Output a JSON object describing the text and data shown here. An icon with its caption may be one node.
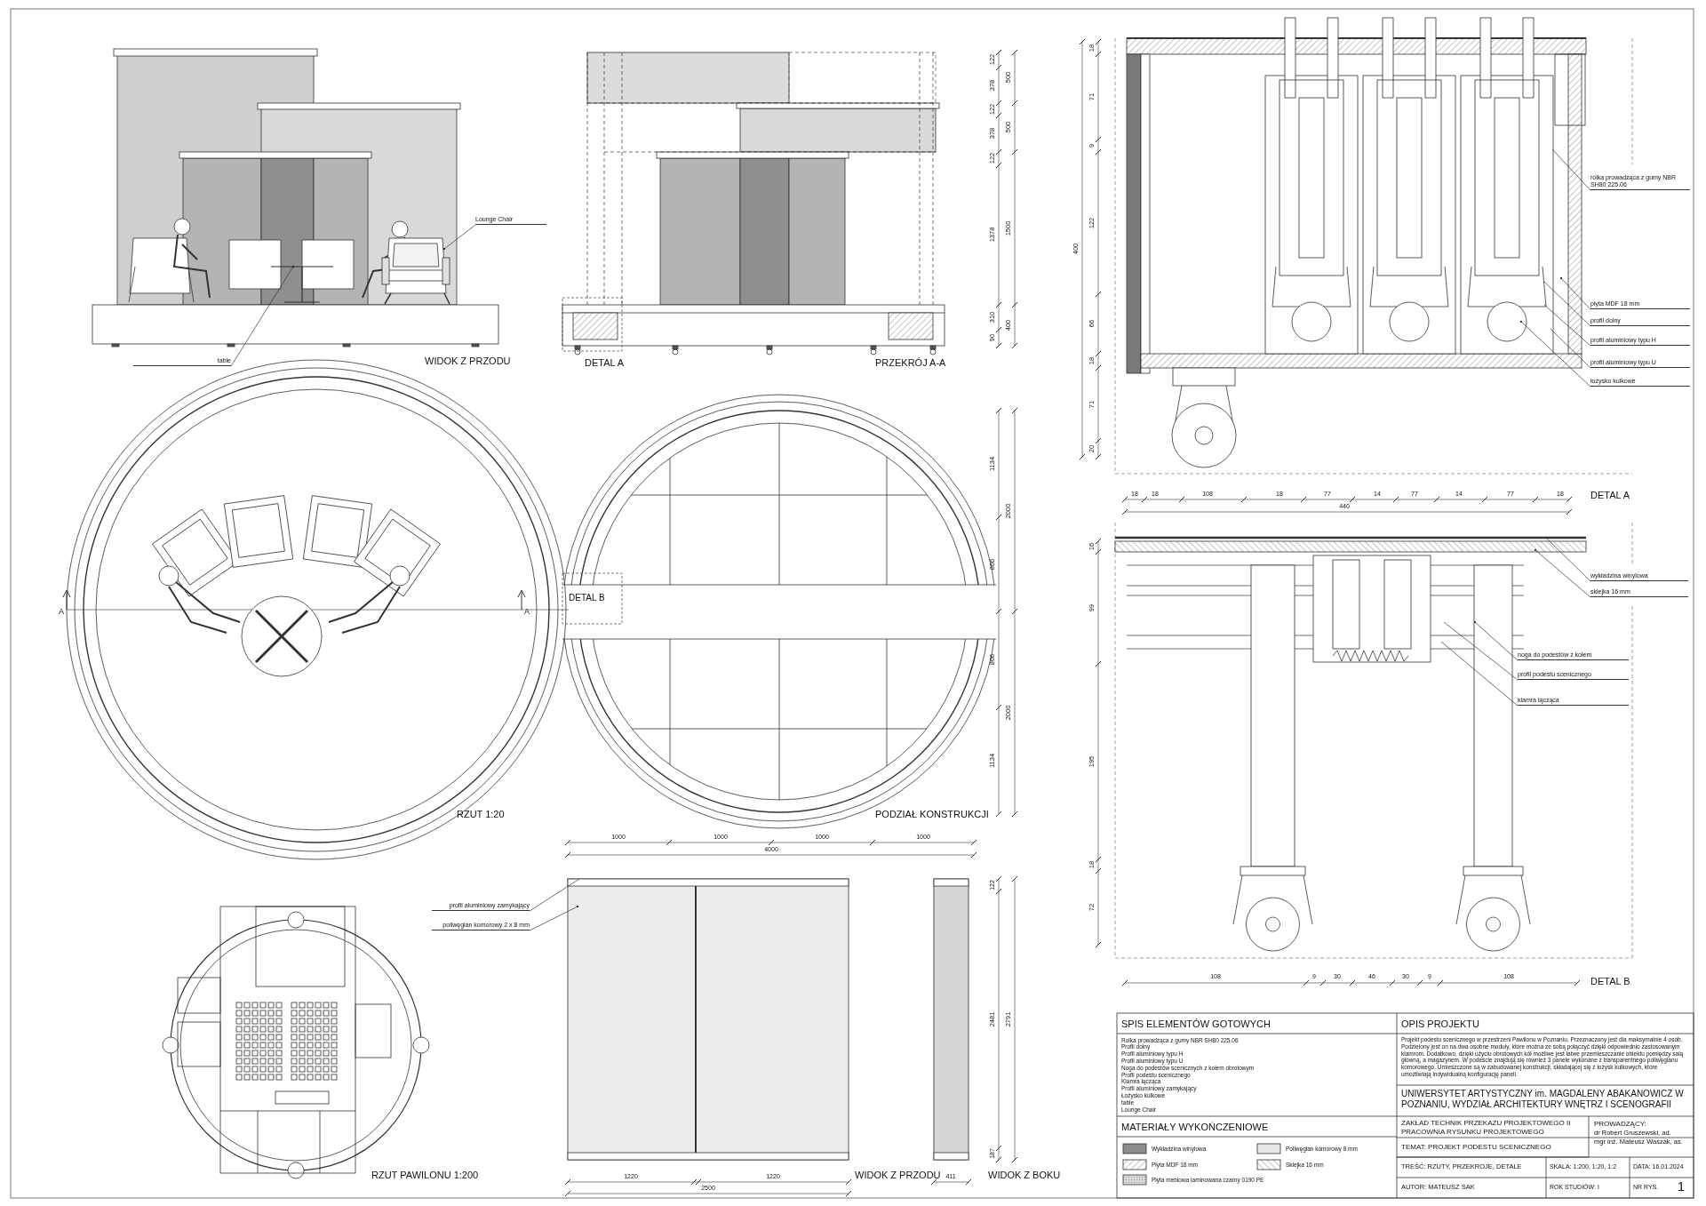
{
  "diagram": {
    "nodes": [
      {
        "text": [
          "Lounge Chair"
        ]
      },
      {
        "text": [
          "table"
        ]
      },
      {
        "text": [
          "profil aluminiowy zamykający"
        ]
      },
      {
        "text": [
          "poliwęglan komorowy 2 x 8 mm"
        ]
      },
      {
        "text": [
          "rolka prowadząca z gumy NBR SH80 225.06"
        ]
      },
      {
        "text": [
          "płyta MDF 18 mm"
        ]
      },
      {
        "text": [
          "profil dolny"
        ]
      },
      {
        "text": [
          "profil aluminiowy typu H"
        ]
      },
      {
        "text": [
          "profil aluminiowy typu U"
        ]
      },
      {
        "text": [
          "łożysko kulkowe"
        ]
      },
      {
        "text": [
          "wykładzina winylowa"
        ]
      },
      {
        "text": [
          "sklejka 16 mm"
        ]
      },
      {
        "text": [
          "noga do podestów z kołem"
        ]
      },
      {
        "text": [
          "profil podestu scenicznego"
        ]
      },
      {
        "text": [
          "klamra łącząca"
        ]
      },
      {
        "text": [],
        "shape": "picture"
      },
      {
        "text": [],
        "shape": "picture"
      },
      {
        "text": [],
        "shape": "picture"
      },
      {
        "text": [],
        "shape": "picture"
      },
      {
        "text": [],
        "shape": "picture"
      }
    ],
    "edges": [
      {
        "from": 0,
        "to": 17,
        "arrow": "other"
      },
      {
        "from": 1,
        "to": 16,
        "arrow": "other"
      },
      {
        "from": 2,
        "to": 15,
        "arrow": "none"
      },
      {
        "from": 3,
        "to": 15,
        "arrow": "other"
      },
      {
        "from": 4,
        "to": 18,
        "arrow": "none"
      },
      {
        "from": 5,
        "to": 18,
        "arrow": "other"
      },
      {
        "from": 6,
        "to": 18,
        "arrow": "none"
      },
      {
        "from": 7,
        "to": 18,
        "arrow": "none"
      },
      {
        "from": 8,
        "to": 18,
        "arrow": "none"
      },
      {
        "from": 9,
        "to": 18,
        "arrow": "other"
      },
      {
        "from": 10,
        "to": 19,
        "arrow": "none"
      },
      {
        "from": 11,
        "to": 19,
        "arrow": "other"
      },
      {
        "from": 12,
        "to": 19,
        "arrow": "other"
      },
      {
        "from": 13,
        "to": 19,
        "arrow": "none"
      },
      {
        "from": 14,
        "to": 19,
        "arrow": "none"
      }
    ],
    "labels": [
      "WIDOK Z PRZODU",
      "DETAL A",
      "PRZEKRÓJ A-A",
      "122",
      "500",
      "378",
      "122",
      "500",
      "378",
      "122",
      "1378",
      "1500",
      "310",
      "400",
      "90",
      "18",
      "71",
      "9",
      "122",
      "400",
      "66",
      "18",
      "71",
      "20",
      "18",
      "18",
      "108",
      "18",
      "77",
      "14",
      "77",
      "14",
      "77",
      "18",
      "440",
      "DETAL A",
      "A",
      "A",
      "RZUT 1:20",
      "DETAL B",
      "1134",
      "2000",
      "866",
      "866",
      "2000",
      "1134",
      "PODZIAŁ KONSTRUKCJI",
      "1000",
      "1000",
      "1000",
      "1000",
      "4000",
      "RZUT PAWILONU 1:200",
      "1220",
      "1220",
      "2500",
      "WIDOK Z PRZODU",
      "122",
      "2481",
      "2791",
      "187",
      "411",
      "WIDOK Z BOKU",
      "16",
      "99",
      "195",
      "18",
      "72",
      "108",
      "9",
      "30",
      "46",
      "30",
      "9",
      "108",
      "DETAL B",
      "SPIS ELEMENTÓW GOTOWYCH",
      "Rolka prowadząca z gumy NBR SH80 225.06",
      "Profil dolny",
      "Profil aluminiowy typu H",
      "Profil aluminiowy typu U",
      "Noga do podestów scenicznych z kołem obrotowym",
      "Profil podestu scenicznego",
      "Klamra łącząca",
      "Profil aluminiowy zamykający",
      "Łożysko kulkowe",
      "table",
      "Lounge Chair",
      "MATERIAŁY WYKOŃCZENIOWE",
      "OPIS PROJEKTU",
      "Projekt podestu scenicznego w przestrzeni Pawilonu w Poznaniu. Przeznaczony jest dla maksymalnie 4 osób. Podzielony jest on na dwa osobne moduły, które można ze sobą połączyć dzięki odpowiednio zastosowanym klamrom. Dodatkowo, dzięki użyciu obrotowych kół możliwe jest łatwe przemieszczanie obiektu pomiędzy salą główną, a magazynem. W podeście znajdują się również 3 panele wykonane z transparentnego poliwęglanu komorowego. Umieszczone są w zabudowanej konstrukcji, składającej się z łożysk kulkowych, które umożliwiają indywidualną konfigurację paneli.",
      "UNIWERSYTET ARTYSTYCZNY im. MAGDALENY ABAKANOWICZ W POZNANIU, WYDZIAŁ ARCHITEKTURY WNĘTRZ I SCENOGRAFII",
      "ZAKŁAD TECHNIK PRZEKAZU PROJEKTOWEGO II PRACOWNIA RYSUNKU PROJEKTOWEGO",
      "PROWADZĄCY:",
      "dr Robert Gruszewski, ad.",
      "mgr inż. Mateusz Waszak, as.",
      "TEMAT: PROJEKT PODESTU SCENICZNEGO",
      "TREŚĆ: RZUTY, PRZEKROJE, DETALE",
      "SKALA: 1:200, 1:20, 1:2",
      "DATA: 16.01.2024",
      "AUTOR: MATEUSZ SAK",
      "ROK STUDIÓW: I",
      "NR RYS.",
      "1"
    ],
    "legend": [
      {
        "text": "Wykładzina winylowa",
        "color": "#8c8c8c"
      },
      {
        "text": "Poliwęglan komorowy 8 mm",
        "color": "#e6e6e6"
      },
      {
        "text": "Płyta MDF 18 mm"
      },
      {
        "text": "Sklejka 16 mm"
      },
      {
        "text": "Płyta meblowa laminowana czarny 0190 PE"
      }
    ]
  }
}
